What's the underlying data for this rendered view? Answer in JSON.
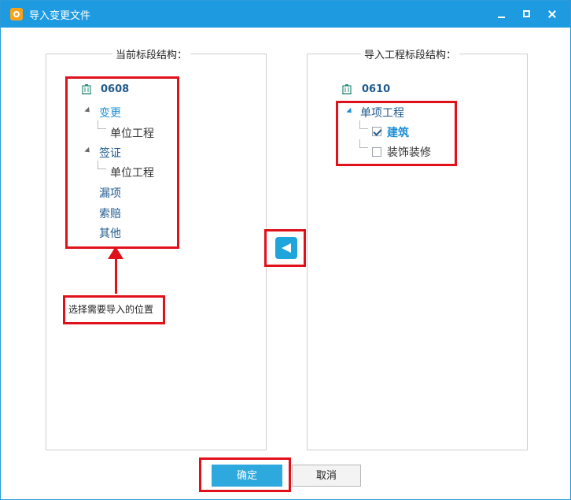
{
  "window": {
    "title": "导入变更文件"
  },
  "left_panel": {
    "title": "当前标段结构：",
    "tree": [
      {
        "label": "0608",
        "icon": "building-icon"
      },
      {
        "label": "变更"
      },
      {
        "label": "单位工程"
      },
      {
        "label": "签证"
      },
      {
        "label": "单位工程"
      },
      {
        "label": "漏项"
      },
      {
        "label": "索赔"
      },
      {
        "label": "其他"
      }
    ]
  },
  "tip": {
    "text": "选择需要导入的位置"
  },
  "right_panel": {
    "title": "导入工程标段结构：",
    "tree": [
      {
        "label": "0610",
        "icon": "building-icon"
      },
      {
        "label": "单项工程"
      },
      {
        "label": "建筑",
        "checked": true
      },
      {
        "label": "装饰装修",
        "checked": false
      }
    ]
  },
  "transfer_button": {
    "icon": "arrow-left-icon"
  },
  "buttons": {
    "ok": "确定",
    "cancel": "取消"
  },
  "colors": {
    "titlebar": "#1e9be0",
    "highlight": "#e1111b",
    "primary_button": "#2ea9de"
  }
}
